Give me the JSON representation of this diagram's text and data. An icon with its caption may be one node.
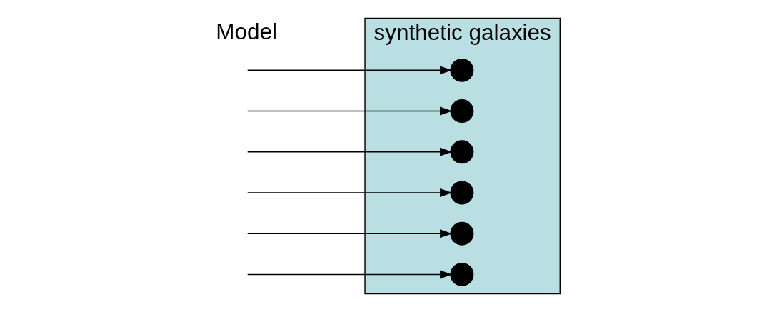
{
  "diagram": {
    "nodes": [
      {
        "text": [
          "synthetic galaxies"
        ]
      },
      {
        "text": [],
        "shape": "circle",
        "in": 0
      },
      {
        "text": [],
        "shape": "circle",
        "in": 0
      },
      {
        "text": [],
        "shape": "circle",
        "in": 0
      },
      {
        "text": [],
        "shape": "circle",
        "in": 0
      },
      {
        "text": [],
        "shape": "circle",
        "in": 0
      },
      {
        "text": [],
        "shape": "circle",
        "in": 0
      }
    ],
    "edges": [
      {
        "from": null,
        "to": 1,
        "arrow": "to"
      },
      {
        "from": null,
        "to": 2,
        "arrow": "to"
      },
      {
        "from": null,
        "to": 3,
        "arrow": "to"
      },
      {
        "from": null,
        "to": 4,
        "arrow": "to"
      },
      {
        "from": null,
        "to": 5,
        "arrow": "to"
      },
      {
        "from": null,
        "to": 6,
        "arrow": "to"
      }
    ],
    "labels": [
      "Model"
    ]
  }
}
